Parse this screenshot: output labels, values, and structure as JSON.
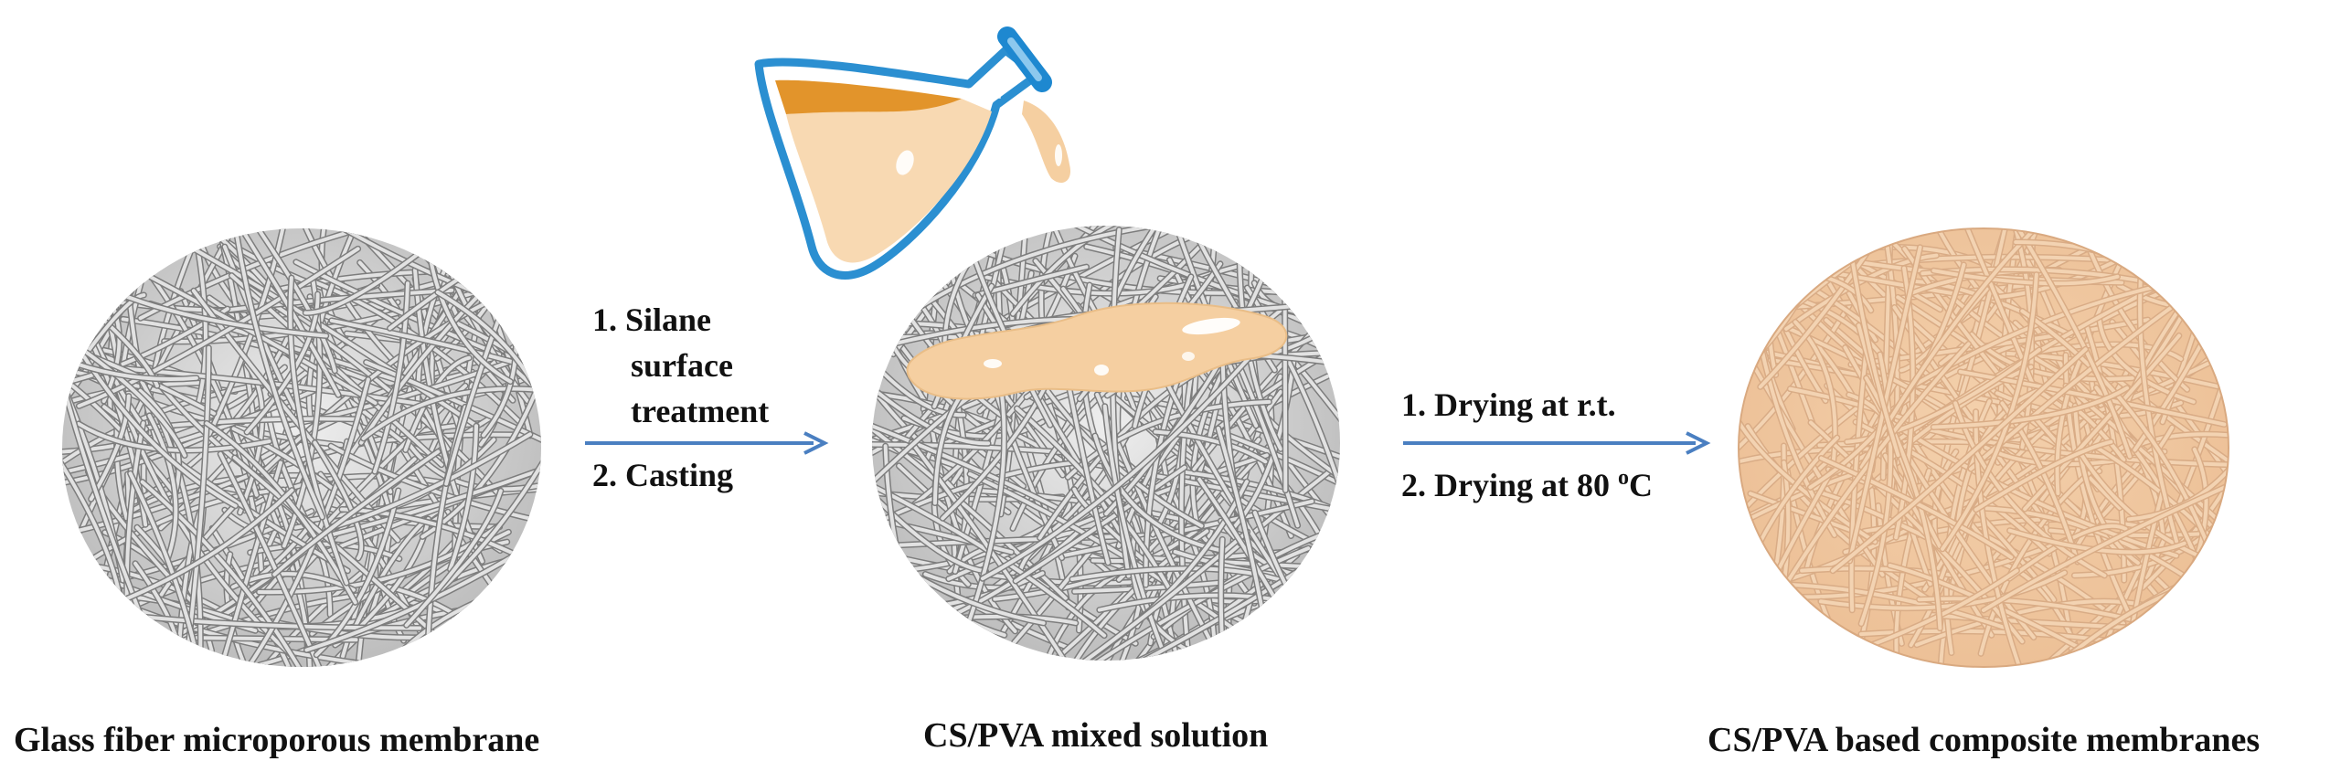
{
  "panels": {
    "left": {
      "caption": "Glass fiber microporous membrane"
    },
    "middle": {
      "caption": "CS/PVA mixed solution"
    },
    "right": {
      "caption": "CS/PVA based composite membranes"
    }
  },
  "step1": {
    "line1": "1. Silane",
    "line2": "surface",
    "line3": "treatment",
    "line4": "2. Casting"
  },
  "step2": {
    "line1": "1. Drying at r.t.",
    "line2_prefix": "2. Drying at 80 ",
    "line2_sup": "o",
    "line2_suffix": "C"
  },
  "colors": {
    "fiber": "#c4c4c4",
    "fiber_shadow": "#7d7d7d",
    "solution": "#f5cfa1",
    "composite": "#f1c9a3",
    "arrow": "#4a7fc1",
    "flask_outline": "#2b8fd1",
    "flask_liquid": "#e59a2f"
  },
  "icons": [
    "flask-icon",
    "pour-stream-icon"
  ]
}
